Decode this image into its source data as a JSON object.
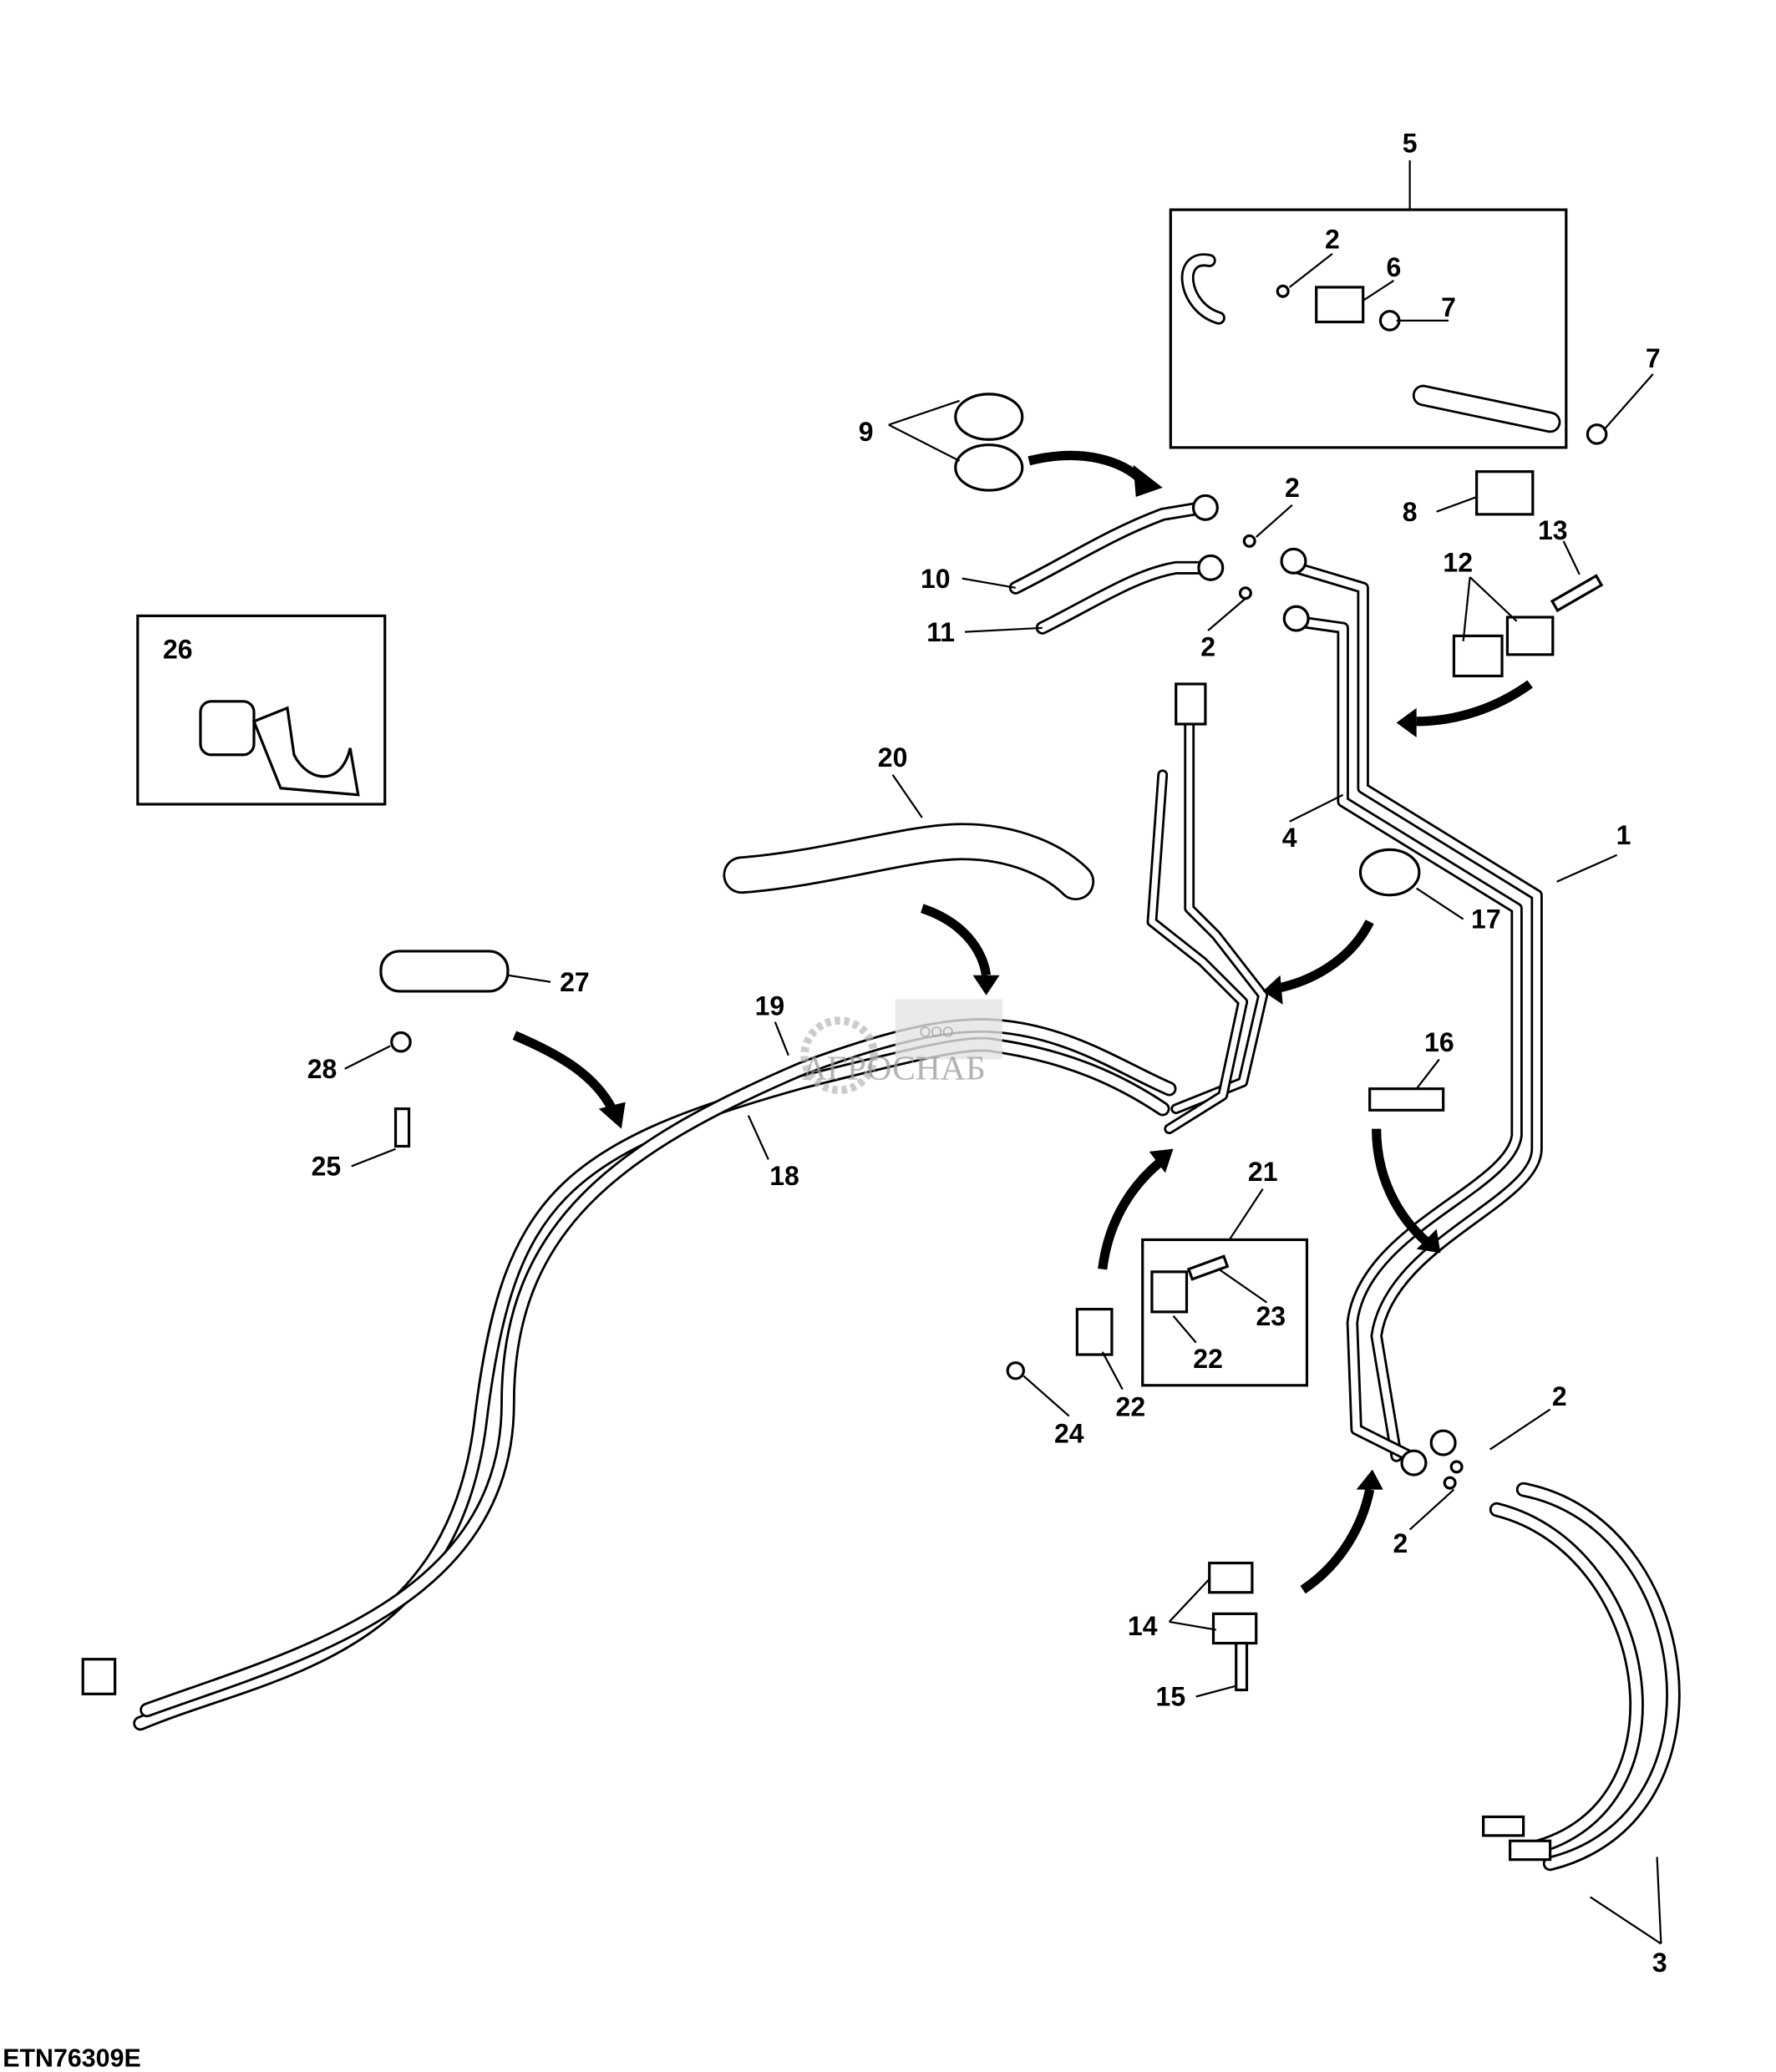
{
  "diagram": {
    "drawing_code": "ETN76309E",
    "watermark": {
      "prefix": "ООО",
      "name": "АГРОСНАБ"
    },
    "callouts": [
      "5",
      "2",
      "6",
      "7",
      "7",
      "9",
      "2",
      "8",
      "13",
      "12",
      "10",
      "11",
      "2",
      "26",
      "20",
      "1",
      "4",
      "17",
      "27",
      "19",
      "16",
      "28",
      "18",
      "21",
      "25",
      "23",
      "22",
      "22",
      "2",
      "24",
      "2",
      "14",
      "15",
      "3"
    ],
    "colors": {
      "line": "#000000",
      "background": "#ffffff",
      "watermark": "#9a9a9a"
    }
  }
}
